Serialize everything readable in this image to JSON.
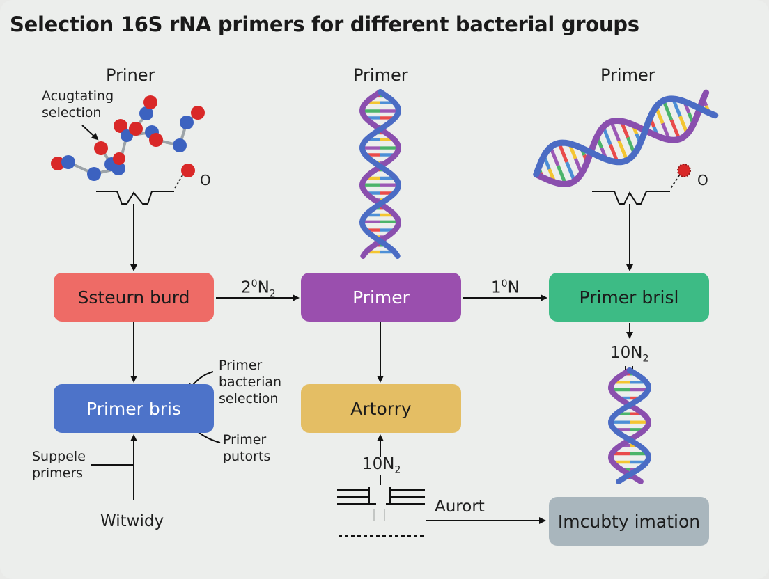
{
  "title": "Selection 16S rNA primers for different bacterial groups",
  "columns": {
    "left_header": "Priner",
    "middle_header": "Primer",
    "right_header": "Primer"
  },
  "annotations": {
    "acugtating": [
      "Acugtating",
      "selection"
    ],
    "left_oxygen": "O",
    "right_oxygen": "O",
    "primer_bacterian": [
      "Primer",
      "bacterian",
      "selection"
    ],
    "primer_putorts": [
      "Primer",
      "putorts"
    ],
    "supple_primers": [
      "Suppele",
      "primers"
    ],
    "witwidy": "Witwidy",
    "aurort": "Aurort"
  },
  "edge_labels": {
    "e1": {
      "main": "2",
      "sup": "0",
      "rest": "N",
      "sub": "2"
    },
    "e2": {
      "main": "1",
      "sup": "0",
      "rest": "N",
      "sub": ""
    },
    "e3": {
      "main": "10N",
      "sup": "",
      "rest": "",
      "sub": "2"
    },
    "e4": {
      "main": "10N",
      "sup": "",
      "rest": "",
      "sub": "2"
    }
  },
  "boxes": {
    "ssteurn": {
      "label": "Ssteurn burd",
      "color": "#ee6b66"
    },
    "primer_mid": {
      "label": "Primer",
      "color": "#9a4fae"
    },
    "primer_brisl": {
      "label": "Primer brisl",
      "color": "#3dbb85"
    },
    "primer_bris": {
      "label": "Primer bris",
      "color": "#4d73c9"
    },
    "artorry": {
      "label": "Artorry",
      "color": "#e4be64"
    },
    "imcubty": {
      "label": "Imcubty imation",
      "color": "#a9b6bd"
    }
  },
  "colors": {
    "atom_red": "#d92828",
    "atom_blue": "#3c62c0",
    "helix_blue": "#4b6cc4",
    "helix_purple": "#8a4fae",
    "base_colors": [
      "#e94b4b",
      "#f4c531",
      "#4cb46a",
      "#4d8fd6",
      "#9b58b5"
    ]
  }
}
